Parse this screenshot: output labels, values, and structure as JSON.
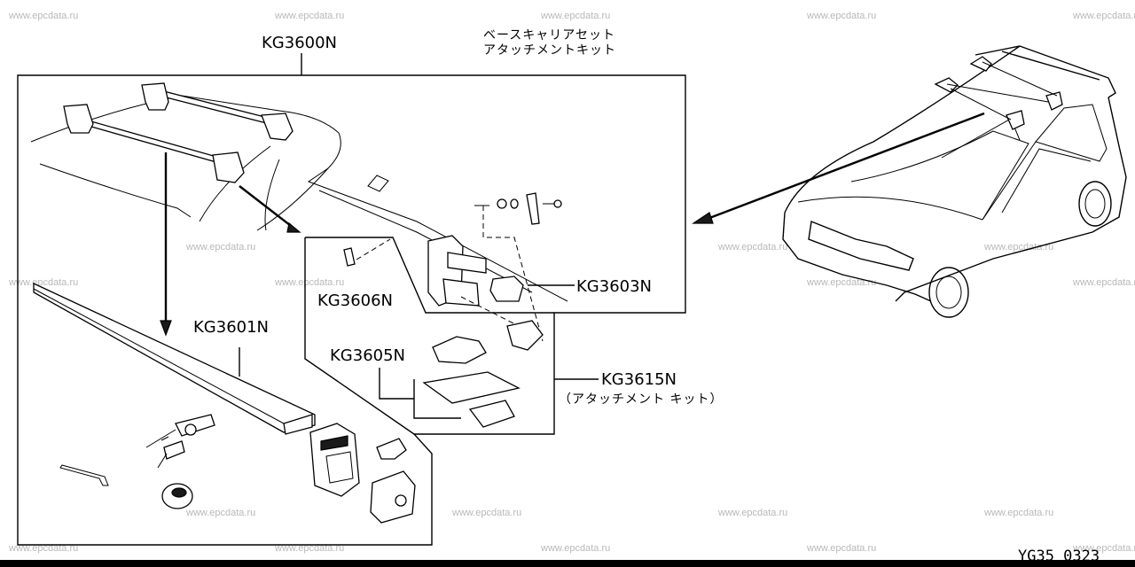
{
  "watermark": "www.epcdata.ru",
  "diagram_code": "YG35 0323",
  "kit_title_line1": "ベースキャリアセット",
  "kit_title_line2": "アタッチメントキット",
  "parts": {
    "kg3600": "KG3600N",
    "kg3601": "KG3601N",
    "kg3603": "KG3603N",
    "kg3605": "KG3605N",
    "kg3606": "KG3606N",
    "kg3615": "KG3615N",
    "kg3615_note": "（アタッチメント キット）"
  }
}
